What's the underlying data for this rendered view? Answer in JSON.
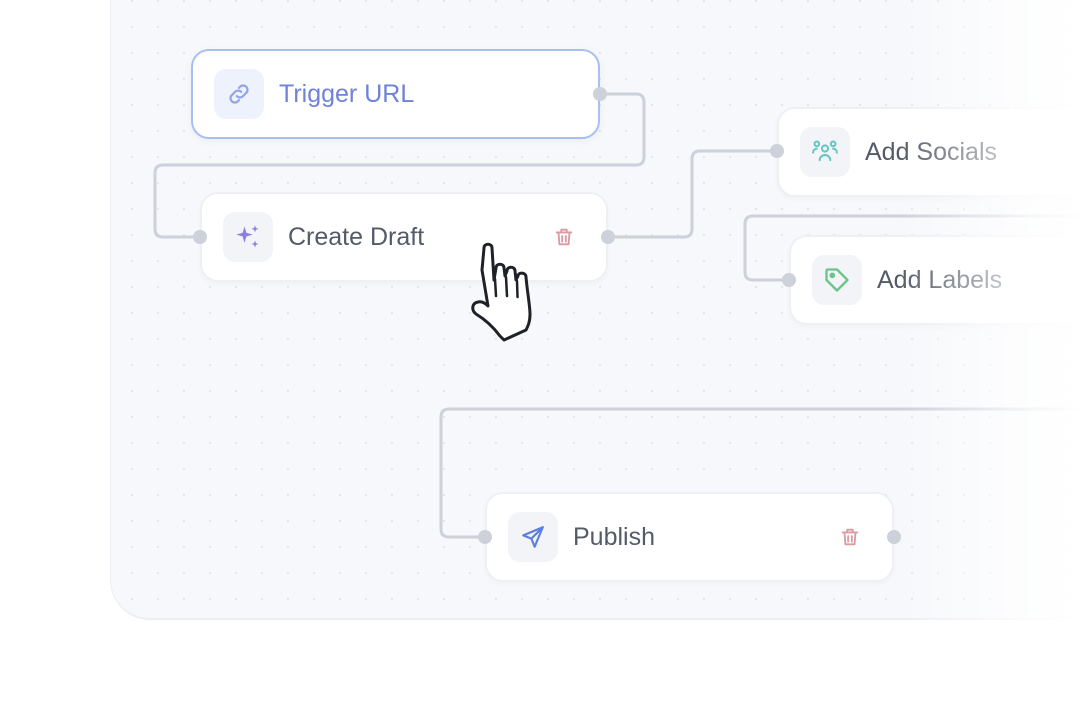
{
  "nodes": {
    "trigger": {
      "label": "Trigger URL",
      "icon": "link-icon",
      "color": "#6f82d8"
    },
    "create_draft": {
      "label": "Create Draft",
      "icon": "sparkles-icon",
      "color": "#8b7fe0"
    },
    "add_socials": {
      "label": "Add Socials",
      "icon": "users-icon",
      "color": "#66c8c1"
    },
    "add_labels": {
      "label": "Add Labels",
      "icon": "tag-icon",
      "color": "#6cc48a"
    },
    "publish": {
      "label": "Publish",
      "icon": "send-icon",
      "color": "#5b7ee0"
    }
  },
  "delete_icon": {
    "name": "trash-icon",
    "color": "#d99aa0"
  },
  "cursor": {
    "icon": "hand-pointer-icon"
  },
  "colors": {
    "canvas": "#f7f8fb",
    "wire": "#ccd1da",
    "trigger_border": "#a9bff0",
    "label": "#545b68"
  }
}
